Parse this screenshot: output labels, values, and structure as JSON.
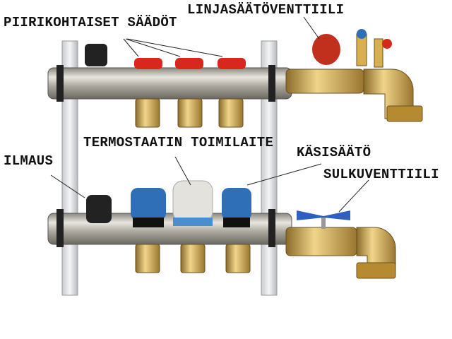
{
  "labels": {
    "piirikohtaiset": "PIIRIKOHTAISET SÄÄDÖT",
    "linjasaato": "LINJASÄÄTÖVENTTIILI",
    "termostaatti": "TERMOSTAATIN TOIMILAITE",
    "kasisaato": "KÄSISÄÄTÖ",
    "ilmaus": "ILMAUS",
    "sulkuventtiili": "SULKUVENTTIILI"
  },
  "colors": {
    "pipe": "#b8b4ac",
    "brass": "#c9a24a",
    "red_cap": "#d8281c",
    "blue_cap": "#2f6fb8",
    "actuator": "#e4e2dc"
  }
}
